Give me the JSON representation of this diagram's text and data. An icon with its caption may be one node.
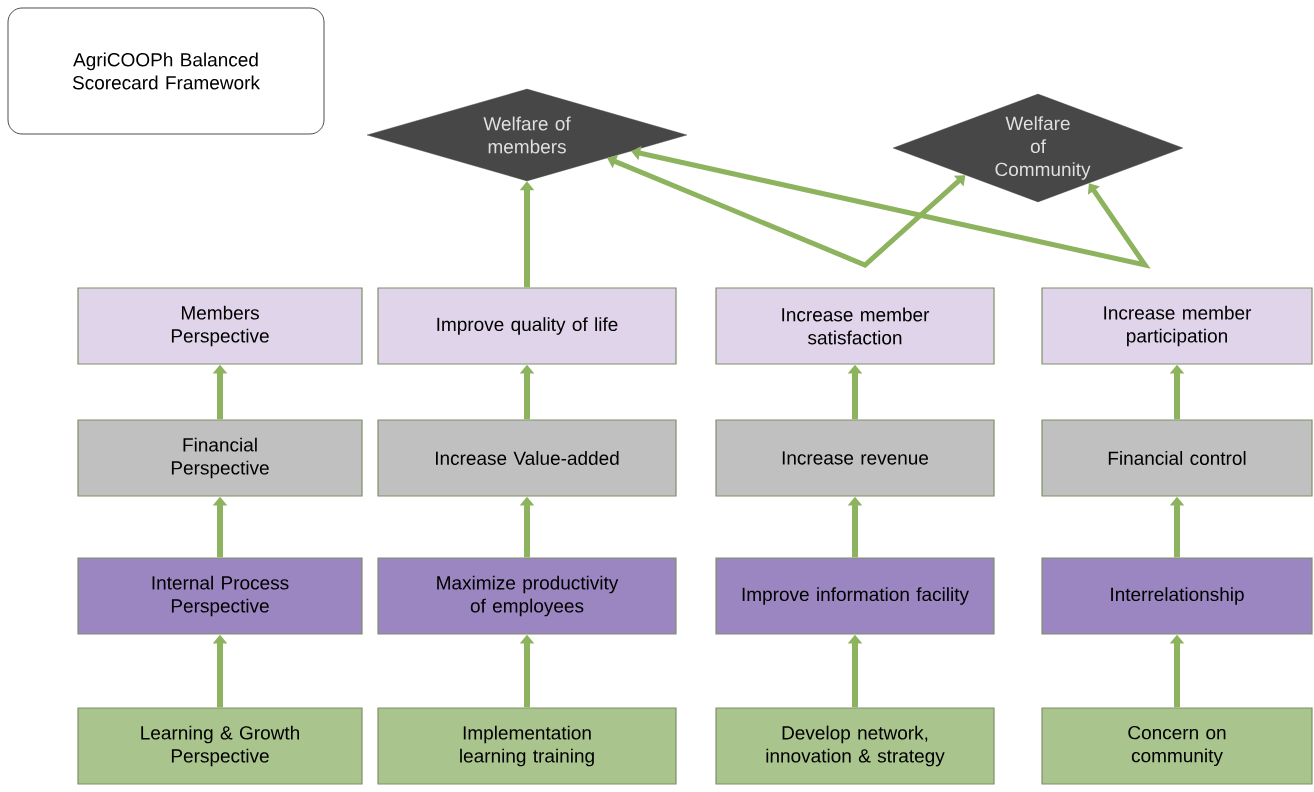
{
  "diagram": {
    "title": "AgriCOOPh Balanced Scorecard Framework",
    "nodes": [
      {
        "text": [
          "Welfare of members"
        ]
      },
      {
        "text": [
          "Welfare of Community"
        ]
      },
      {
        "text": [
          "Members Perspective"
        ]
      },
      {
        "text": [
          "Improve quality of life"
        ]
      },
      {
        "text": [
          "Increase member satisfaction"
        ]
      },
      {
        "text": [
          "Increase member participation"
        ]
      },
      {
        "text": [
          "Financial Perspective"
        ]
      },
      {
        "text": [
          "Increase Value-added"
        ]
      },
      {
        "text": [
          "Increase revenue"
        ]
      },
      {
        "text": [
          "Financial control"
        ]
      },
      {
        "text": [
          "Internal Process Perspective"
        ]
      },
      {
        "text": [
          "Maximize productivity of employees"
        ]
      },
      {
        "text": [
          "Improve information facility"
        ]
      },
      {
        "text": [
          "Interrelationship"
        ]
      },
      {
        "text": [
          "Learning & Growth Perspective"
        ]
      },
      {
        "text": [
          "Implementation learning training"
        ]
      },
      {
        "text": [
          "Develop network, innovation & strategy"
        ]
      },
      {
        "text": [
          "Concern on community"
        ]
      }
    ],
    "edges": [
      {
        "from": 14,
        "to": 10,
        "arrow": "to"
      },
      {
        "from": 10,
        "to": 6,
        "arrow": "to"
      },
      {
        "from": 6,
        "to": 2,
        "arrow": "to"
      },
      {
        "from": 15,
        "to": 11,
        "arrow": "to"
      },
      {
        "from": 11,
        "to": 7,
        "arrow": "to"
      },
      {
        "from": 7,
        "to": 3,
        "arrow": "to"
      },
      {
        "from": 3,
        "to": 0,
        "arrow": "to"
      },
      {
        "from": 16,
        "to": 12,
        "arrow": "to"
      },
      {
        "from": 12,
        "to": 8,
        "arrow": "to"
      },
      {
        "from": 8,
        "to": 4,
        "arrow": "to"
      },
      {
        "from": 17,
        "to": 13,
        "arrow": "to"
      },
      {
        "from": 13,
        "to": 9,
        "arrow": "to"
      },
      {
        "from": 9,
        "to": 5,
        "arrow": "to"
      },
      {
        "from": 0,
        "to": 1,
        "arrow": "both"
      },
      {
        "from": 0,
        "to": 1,
        "arrow": "both"
      }
    ]
  }
}
